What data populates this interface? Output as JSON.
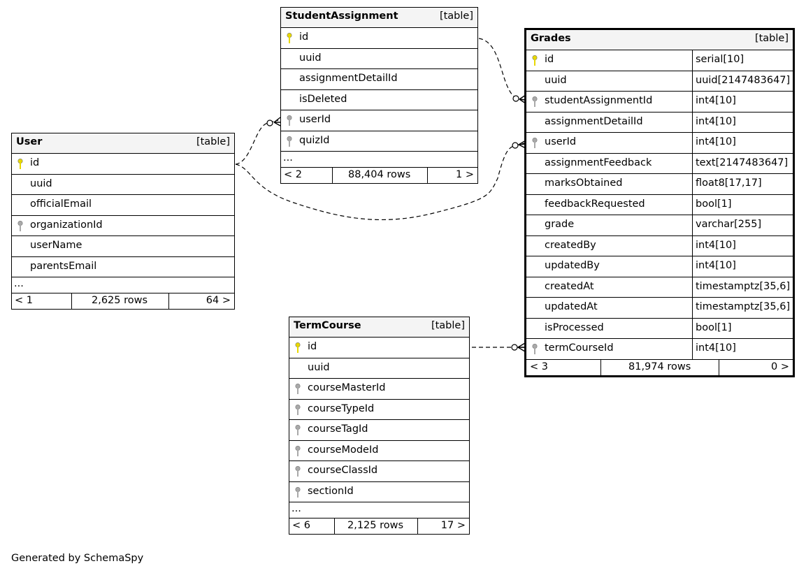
{
  "credit": "Generated by SchemaSpy",
  "tables": {
    "student_assignment": {
      "name": "StudentAssignment",
      "type": "[table]",
      "columns": [
        {
          "name": "id",
          "key": "primary"
        },
        {
          "name": "uuid",
          "key": "none"
        },
        {
          "name": "assignmentDetailId",
          "key": "none"
        },
        {
          "name": "isDeleted",
          "key": "none"
        },
        {
          "name": "userId",
          "key": "foreign"
        },
        {
          "name": "quizId",
          "key": "foreign"
        }
      ],
      "more": "...",
      "footer": {
        "left": "< 2",
        "rows": "88,404 rows",
        "right": "1 >"
      }
    },
    "user": {
      "name": "User",
      "type": "[table]",
      "columns": [
        {
          "name": "id",
          "key": "primary"
        },
        {
          "name": "uuid",
          "key": "none"
        },
        {
          "name": "officialEmail",
          "key": "none"
        },
        {
          "name": "organizationId",
          "key": "foreign"
        },
        {
          "name": "userName",
          "key": "none"
        },
        {
          "name": "parentsEmail",
          "key": "none"
        }
      ],
      "more": "...",
      "footer": {
        "left": "< 1",
        "rows": "2,625 rows",
        "right": "64 >"
      }
    },
    "grades": {
      "name": "Grades",
      "type": "[table]",
      "columns": [
        {
          "name": "id",
          "type": "serial[10]",
          "key": "primary"
        },
        {
          "name": "uuid",
          "type": "uuid[2147483647]",
          "key": "none"
        },
        {
          "name": "studentAssignmentId",
          "type": "int4[10]",
          "key": "foreign"
        },
        {
          "name": "assignmentDetailId",
          "type": "int4[10]",
          "key": "none"
        },
        {
          "name": "userId",
          "type": "int4[10]",
          "key": "foreign"
        },
        {
          "name": "assignmentFeedback",
          "type": "text[2147483647]",
          "key": "none"
        },
        {
          "name": "marksObtained",
          "type": "float8[17,17]",
          "key": "none"
        },
        {
          "name": "feedbackRequested",
          "type": "bool[1]",
          "key": "none"
        },
        {
          "name": "grade",
          "type": "varchar[255]",
          "key": "none"
        },
        {
          "name": "createdBy",
          "type": "int4[10]",
          "key": "none"
        },
        {
          "name": "updatedBy",
          "type": "int4[10]",
          "key": "none"
        },
        {
          "name": "createdAt",
          "type": "timestamptz[35,6]",
          "key": "none"
        },
        {
          "name": "updatedAt",
          "type": "timestamptz[35,6]",
          "key": "none"
        },
        {
          "name": "isProcessed",
          "type": "bool[1]",
          "key": "none"
        },
        {
          "name": "termCourseId",
          "type": "int4[10]",
          "key": "foreign"
        }
      ],
      "footer": {
        "left": "< 3",
        "rows": "81,974 rows",
        "right": "0 >"
      }
    },
    "term_course": {
      "name": "TermCourse",
      "type": "[table]",
      "columns": [
        {
          "name": "id",
          "key": "primary"
        },
        {
          "name": "uuid",
          "key": "none"
        },
        {
          "name": "courseMasterId",
          "key": "foreign"
        },
        {
          "name": "courseTypeId",
          "key": "foreign"
        },
        {
          "name": "courseTagId",
          "key": "foreign"
        },
        {
          "name": "courseModeId",
          "key": "foreign"
        },
        {
          "name": "courseClassId",
          "key": "foreign"
        },
        {
          "name": "sectionId",
          "key": "foreign"
        }
      ],
      "more": "...",
      "footer": {
        "left": "< 6",
        "rows": "2,125 rows",
        "right": "17 >"
      }
    }
  },
  "colors": {
    "primary_key": "#e8d800",
    "foreign_key": "#a9a9a9",
    "header_bg": "#f4f4f4",
    "line": "#000000"
  }
}
